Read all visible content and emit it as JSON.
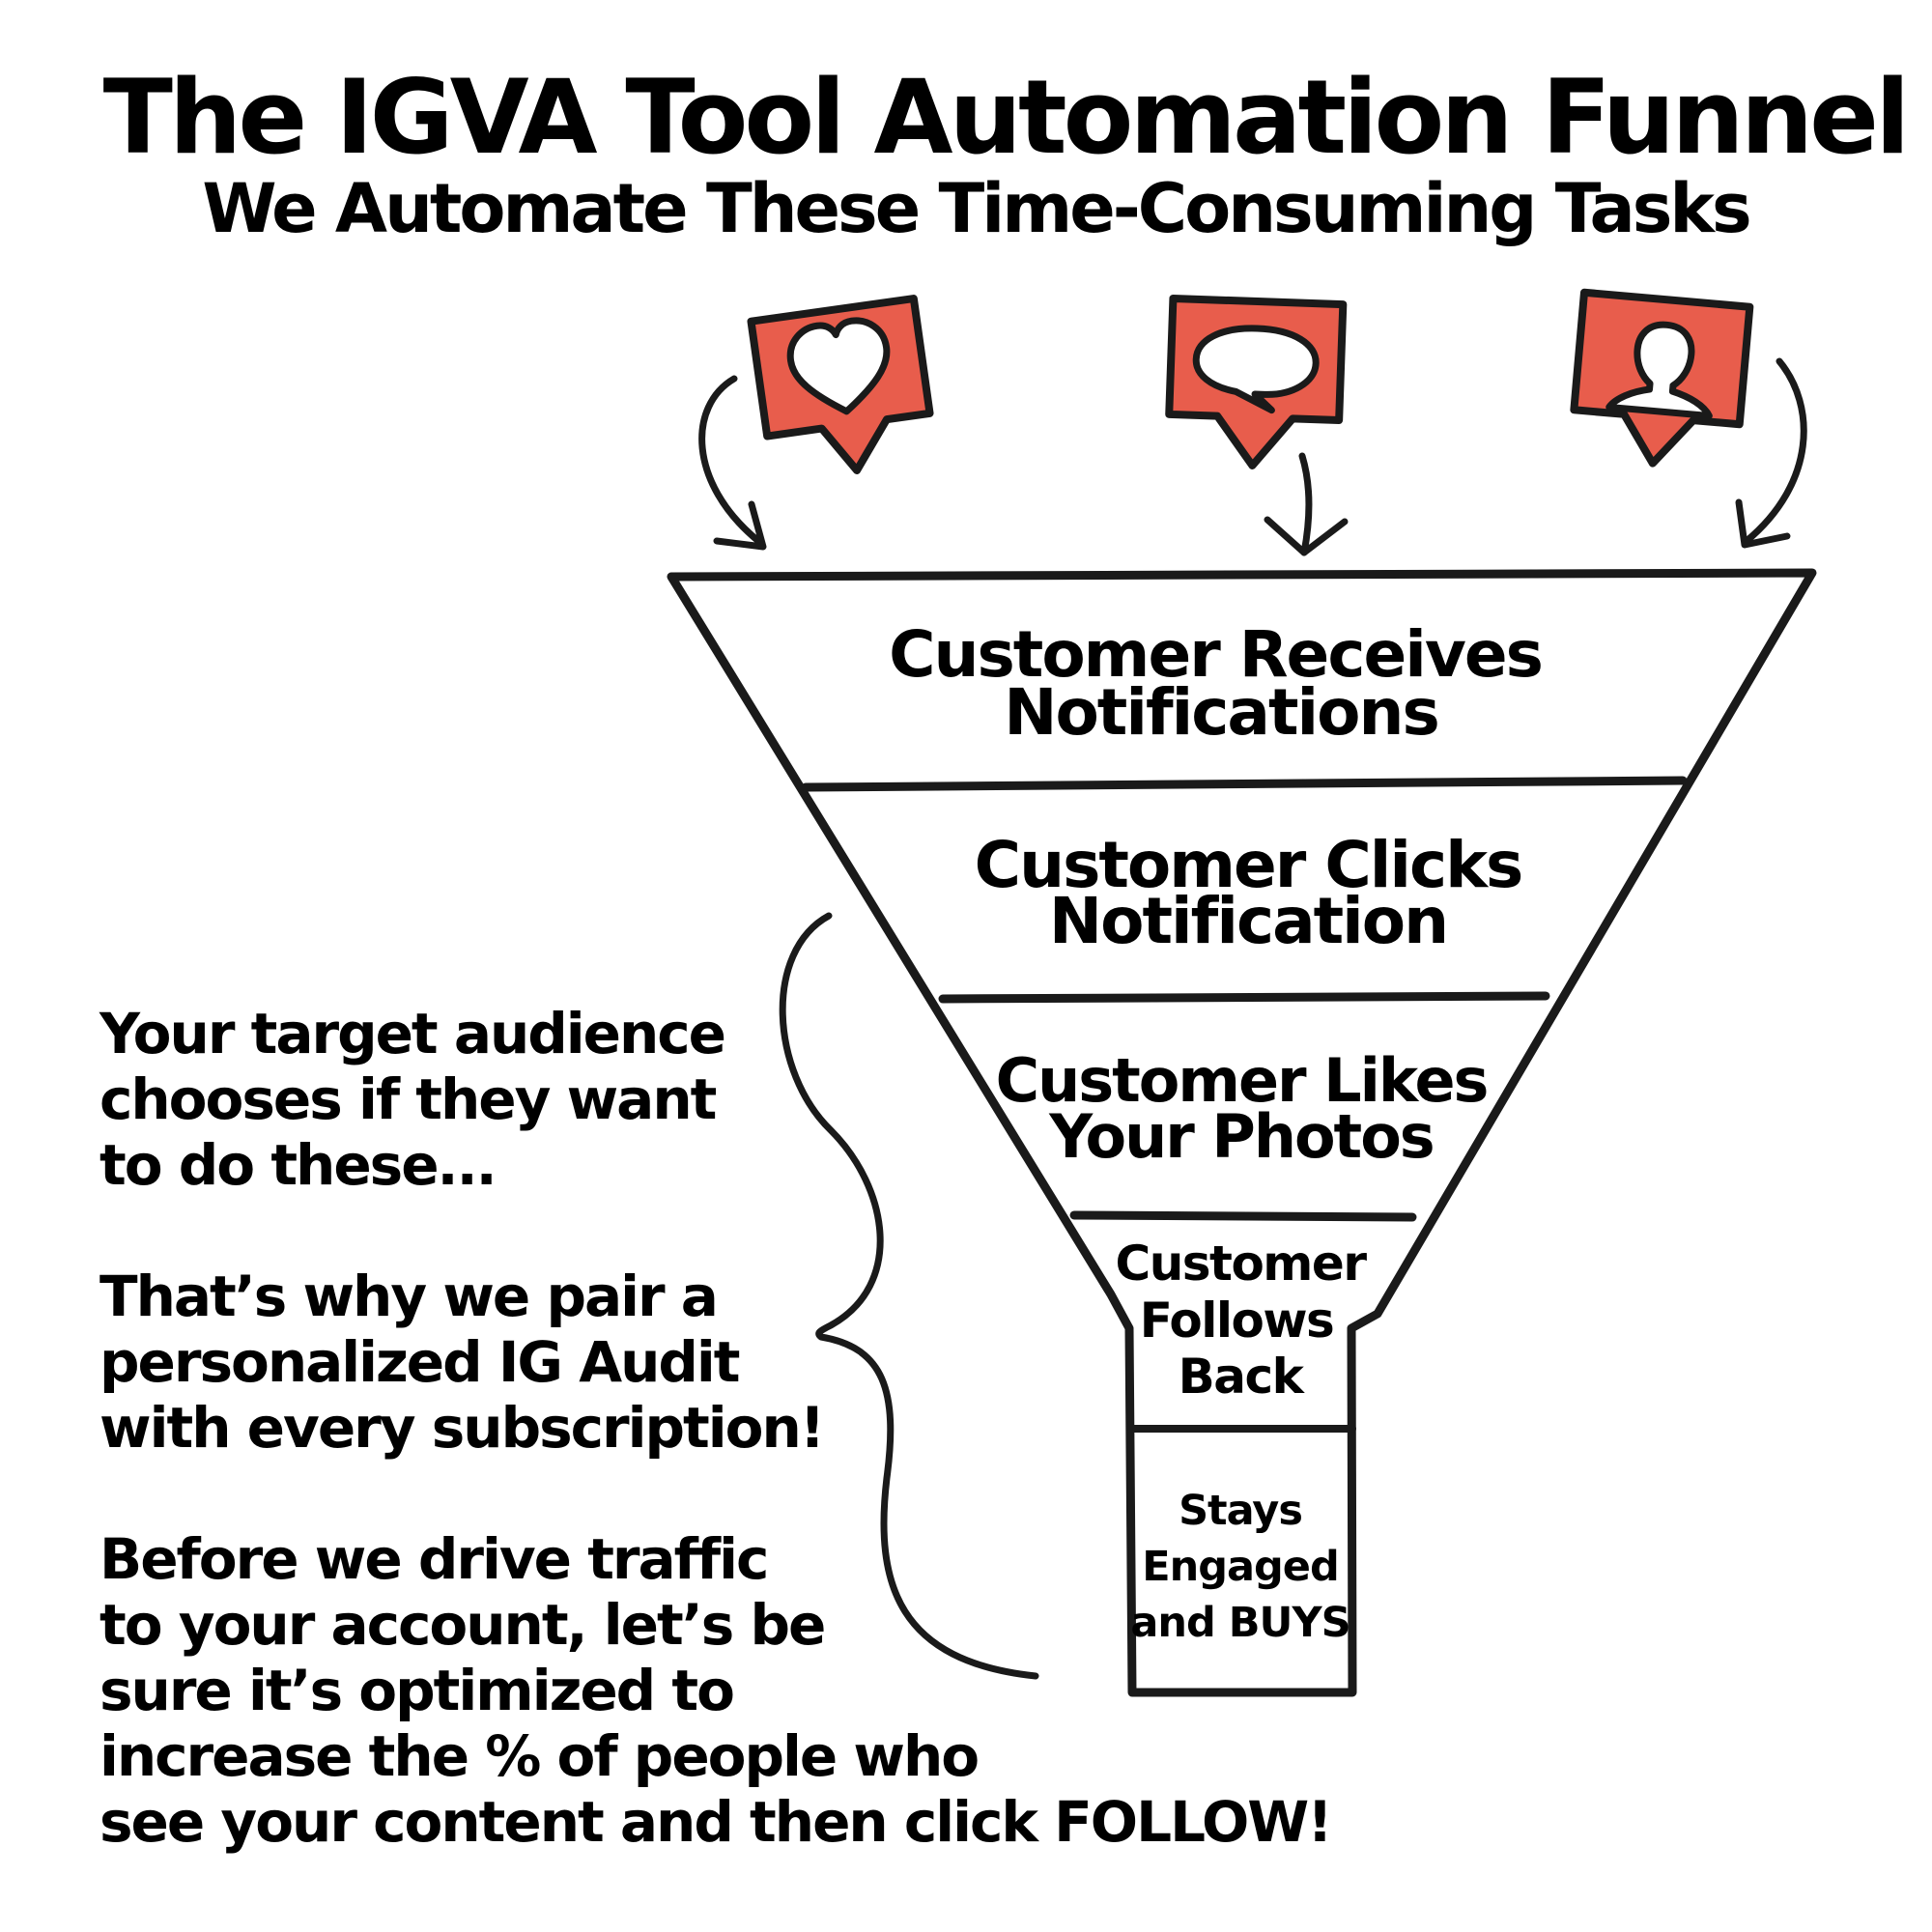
{
  "header": {
    "title": "The IGVA Tool Automation Funnel",
    "subtitle": "We Automate These Time-Consuming Tasks"
  },
  "icons": [
    {
      "name": "heart-icon",
      "color": "#e85d4c"
    },
    {
      "name": "comment-icon",
      "color": "#e85d4c"
    },
    {
      "name": "user-icon",
      "color": "#e85d4c"
    }
  ],
  "funnel": {
    "stages": [
      {
        "lines": [
          "Customer Receives",
          "Notifications"
        ]
      },
      {
        "lines": [
          "Customer Clicks",
          "Notification"
        ]
      },
      {
        "lines": [
          "Customer Likes",
          "Your Photos"
        ]
      },
      {
        "lines": [
          "Customer",
          "Follows",
          "Back"
        ]
      },
      {
        "lines": [
          "Stays",
          "Engaged",
          "and BUYS"
        ]
      }
    ]
  },
  "notes": {
    "paragraph_1": [
      "Your target audience",
      "chooses if they want",
      "to do these..."
    ],
    "paragraph_2": [
      "That’s why we pair a",
      "personalized IG Audit",
      "with every subscription!"
    ],
    "paragraph_3": [
      "Before we drive traffic",
      "to your account, let’s be",
      "sure it’s optimized to",
      "increase the % of people who",
      "see your content and then click FOLLOW!"
    ]
  }
}
